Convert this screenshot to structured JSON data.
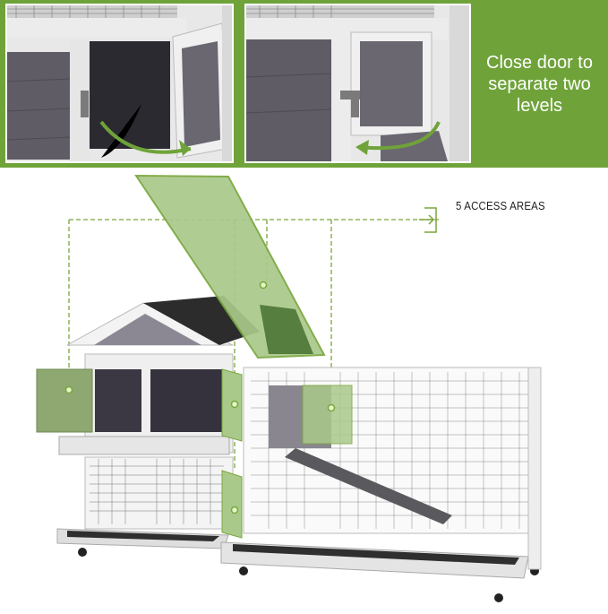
{
  "banner": {
    "caption": "Close door to separate two levels",
    "caption_lines": [
      "Close door to",
      "separate two",
      "levels"
    ],
    "background_color": "#6fa33a",
    "photos": [
      {
        "name": "door-open-photo",
        "arrow": "curved-arrow-open"
      },
      {
        "name": "door-closed-photo",
        "arrow": "curved-arrow-close"
      }
    ]
  },
  "diagram": {
    "callout_label": "5 ACCESS AREAS",
    "accent_color": "#7aa63c",
    "highlight_color": "#a9c98a",
    "access_points": [
      {
        "name": "left-side-door"
      },
      {
        "name": "top-mesh-lid"
      },
      {
        "name": "middle-upper-door"
      },
      {
        "name": "middle-lower-door"
      },
      {
        "name": "run-inner-door"
      }
    ]
  }
}
